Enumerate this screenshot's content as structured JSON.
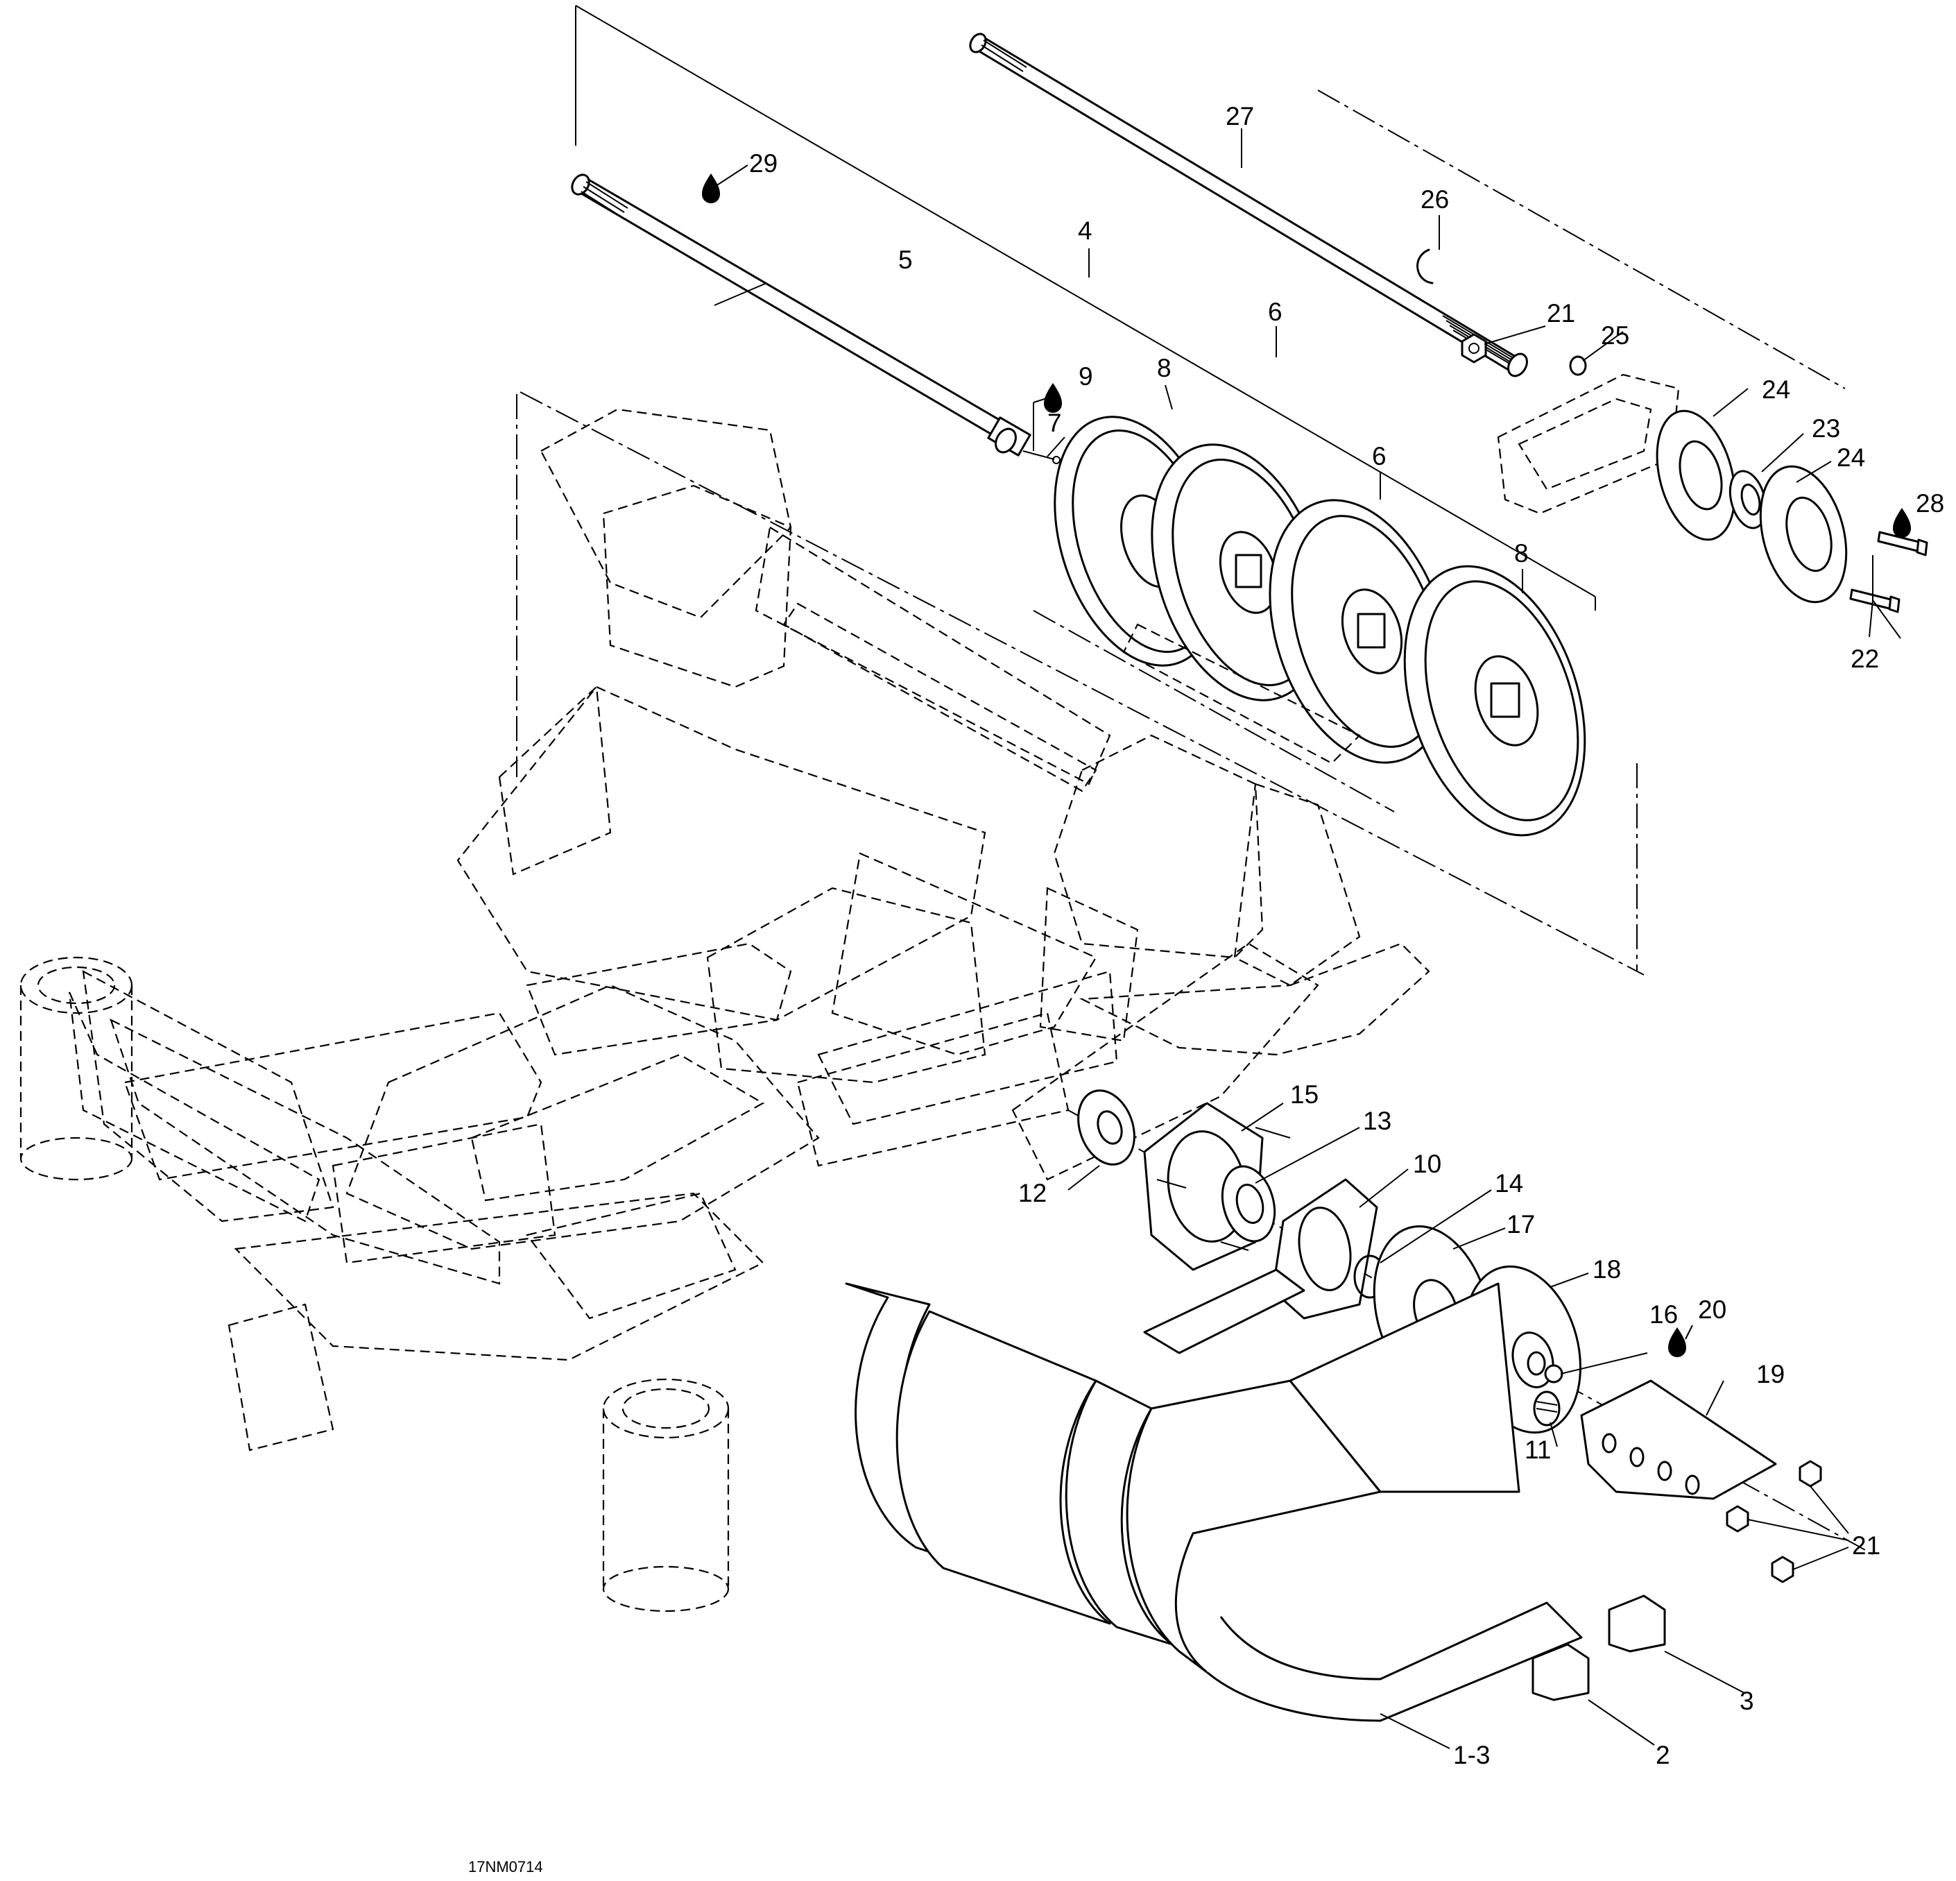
{
  "drawing_code": "17NM0714",
  "callouts": [
    {
      "id": "c29",
      "text": "29",
      "leader": "oil-drop"
    },
    {
      "id": "c27",
      "text": "27"
    },
    {
      "id": "c26",
      "text": "26"
    },
    {
      "id": "c5",
      "text": "5"
    },
    {
      "id": "c4",
      "text": "4"
    },
    {
      "id": "c21a",
      "text": "21"
    },
    {
      "id": "c25",
      "text": "25"
    },
    {
      "id": "c9",
      "text": "9",
      "leader": "oil-drop"
    },
    {
      "id": "c8a",
      "text": "8"
    },
    {
      "id": "c7",
      "text": "7"
    },
    {
      "id": "c6a",
      "text": "6"
    },
    {
      "id": "c6b",
      "text": "6"
    },
    {
      "id": "c8b",
      "text": "8"
    },
    {
      "id": "c24a",
      "text": "24"
    },
    {
      "id": "c23",
      "text": "23"
    },
    {
      "id": "c24b",
      "text": "24"
    },
    {
      "id": "c28",
      "text": "28",
      "leader": "oil-drop"
    },
    {
      "id": "c22",
      "text": "22"
    },
    {
      "id": "c15",
      "text": "15"
    },
    {
      "id": "c13",
      "text": "13"
    },
    {
      "id": "c10",
      "text": "10"
    },
    {
      "id": "c14",
      "text": "14"
    },
    {
      "id": "c12",
      "text": "12"
    },
    {
      "id": "c17",
      "text": "17"
    },
    {
      "id": "c18",
      "text": "18"
    },
    {
      "id": "c16",
      "text": "16"
    },
    {
      "id": "c20",
      "text": "20",
      "leader": "oil-drop"
    },
    {
      "id": "c19",
      "text": "19"
    },
    {
      "id": "c11",
      "text": "11"
    },
    {
      "id": "c21b",
      "text": "21"
    },
    {
      "id": "c3",
      "text": "3"
    },
    {
      "id": "c2",
      "text": "2"
    },
    {
      "id": "c1-3",
      "text": "1-3"
    }
  ],
  "icons": {
    "lubricant": "oil-drop-icon"
  }
}
